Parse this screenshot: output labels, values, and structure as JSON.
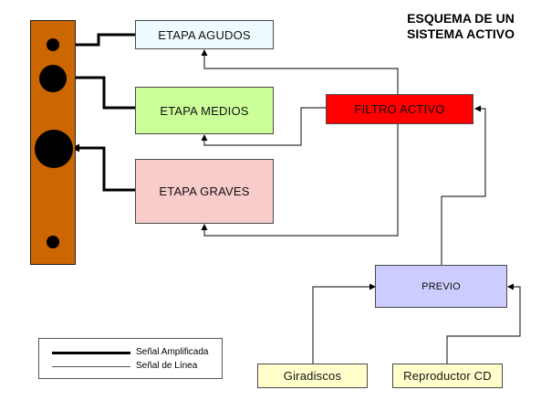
{
  "title": {
    "line1": "ESQUEMA DE UN",
    "line2": "SISTEMA ACTIVO"
  },
  "blocks": {
    "agudos": {
      "label": "ETAPA AGUDOS",
      "color": "#EEFBFF"
    },
    "medios": {
      "label": "ETAPA MEDIOS",
      "color": "#CCFF99"
    },
    "graves": {
      "label": "ETAPA GRAVES",
      "color": "#F9CCCC"
    },
    "filtro": {
      "label": "FILTRO ACTIVO",
      "color": "#FF0000"
    },
    "previo": {
      "label": "PREVIO",
      "color": "#CCCCFF"
    },
    "giradiscos": {
      "label": "Giradiscos",
      "color": "#FFFFCC"
    },
    "cd": {
      "label": "Reproductor CD",
      "color": "#FFFFCC"
    }
  },
  "speaker": {
    "color": "#CC6600"
  },
  "legend": {
    "amplified": "Señal Amplificada",
    "line": "Señal de Línea"
  }
}
